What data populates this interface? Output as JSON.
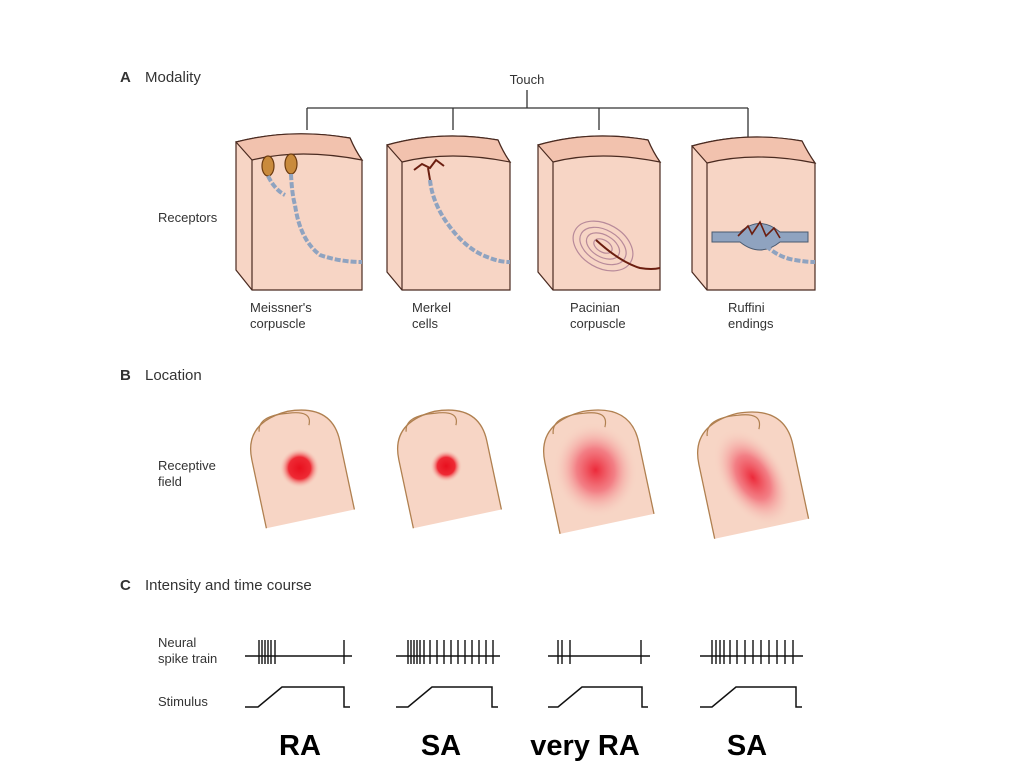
{
  "sections": {
    "a": {
      "letter": "A",
      "title": "Modality"
    },
    "b": {
      "letter": "B",
      "title": "Location"
    },
    "c": {
      "letter": "C",
      "title": "Intensity and time course"
    }
  },
  "tree": {
    "root": "Touch"
  },
  "row_labels": {
    "receptors": "Receptors",
    "receptive_field": [
      "Receptive",
      "field"
    ],
    "spike_train": [
      "Neural",
      "spike train"
    ],
    "stimulus": "Stimulus"
  },
  "receptors": [
    {
      "name": [
        "Meissner's",
        "corpuscle"
      ],
      "adaptation": "RA"
    },
    {
      "name": [
        "Merkel",
        "cells"
      ],
      "adaptation": "SA"
    },
    {
      "name": [
        "Pacinian",
        "corpuscle"
      ],
      "adaptation": "very RA"
    },
    {
      "name": [
        "Ruffini",
        "endings"
      ],
      "adaptation": "SA"
    }
  ],
  "colors": {
    "skin": "#f7d5c5",
    "skin_top": "#f2c2ae",
    "outline": "#4a2a20",
    "field_red": "#e8202a",
    "nerve": "#8fa3c0",
    "capsule": "#c98a3c"
  }
}
